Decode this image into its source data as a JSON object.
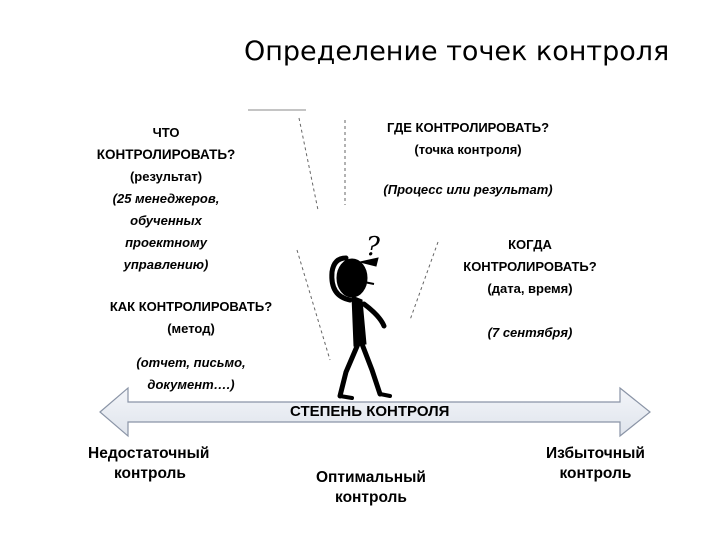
{
  "title": "Определение точек контроля",
  "what": {
    "line1": "ЧТО",
    "line2": "КОНТРОЛИРОВАТЬ?",
    "line3": "(результат)",
    "italic1": "(25  менеджеров,",
    "italic2": "обученных",
    "italic3": "проектному",
    "italic4": "управлению)"
  },
  "where": {
    "line1": "ГДЕ КОНТРОЛИРОВАТЬ?",
    "line2": "(точка контроля)",
    "italic1": "(Процесс или результат)"
  },
  "how": {
    "line1": "КАК  КОНТРОЛИРОВАТЬ?",
    "line2": "(метод)",
    "italic1": "(отчет, письмо,",
    "italic2": "документ….)"
  },
  "when": {
    "line1": "КОГДА",
    "line2": "КОНТРОЛИРОВАТЬ?",
    "line3": "(дата, время)",
    "italic1": "(7 сентября)"
  },
  "question_mark": "?",
  "axis_label": "СТЕПЕНЬ КОНТРОЛЯ",
  "left_end": {
    "line1": "Недостаточный",
    "line2": "контроль"
  },
  "middle": {
    "line1": "Оптимальный",
    "line2": "контроль"
  },
  "right_end": {
    "line1": "Избыточный",
    "line2": "контроль"
  }
}
